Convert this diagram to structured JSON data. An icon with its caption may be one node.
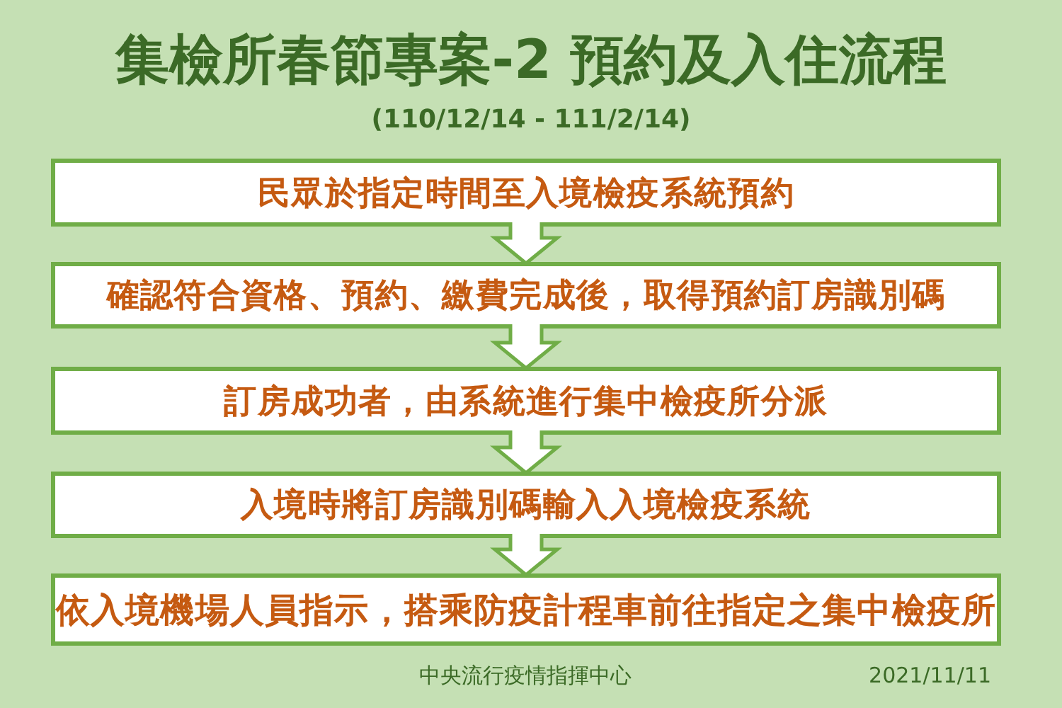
{
  "diagram": {
    "title": "集檢所春節專案-2 預約及入住流程",
    "nodes": [
      {
        "text": [
          "民眾於指定時間至入境檢疫系統預約"
        ]
      },
      {
        "text": [
          "確認符合資格、預約、繳費完成後，取得預約訂房識別碼"
        ]
      },
      {
        "text": [
          "訂房成功者，由系統進行集中檢疫所分派"
        ]
      },
      {
        "text": [
          "入境時將訂房識別碼輸入入境檢疫系統"
        ]
      },
      {
        "text": [
          "依入境機場人員指示，搭乘防疫計程車前往指定之集中檢疫所"
        ]
      }
    ],
    "edges": [
      {
        "from": 0,
        "to": 1,
        "arrow": "to"
      },
      {
        "from": 1,
        "to": 2,
        "arrow": "to"
      },
      {
        "from": 2,
        "to": 3,
        "arrow": "to"
      },
      {
        "from": 3,
        "to": 4,
        "arrow": "to"
      }
    ],
    "labels": [
      "(110/12/14 - 111/2/14)",
      "中央流行疫情指揮中心",
      "2021/11/11"
    ]
  }
}
